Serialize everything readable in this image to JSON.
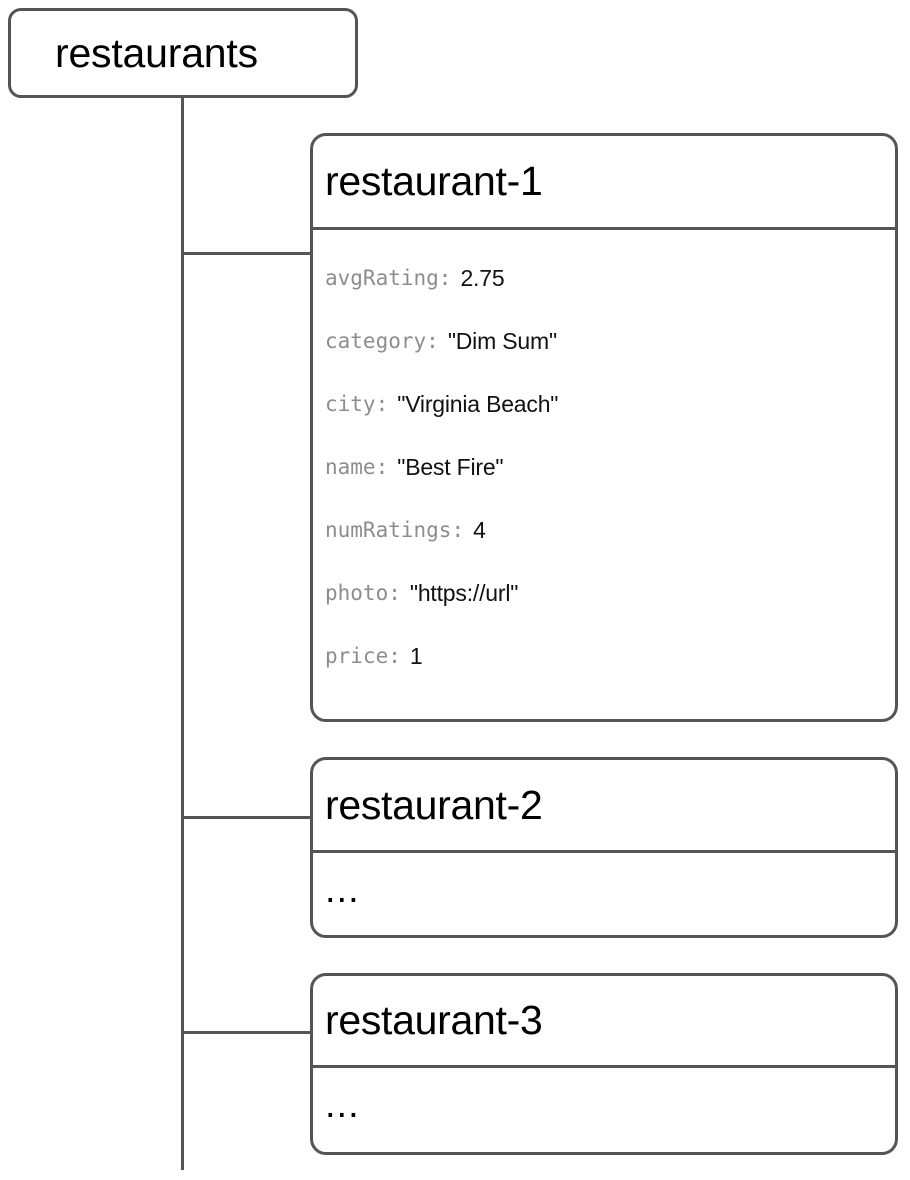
{
  "diagram": {
    "type": "firestore-collection-tree",
    "colors": {
      "line": "#555555",
      "key_text": "#8d8d8d",
      "value_text": "#111111",
      "title_text": "#000000",
      "background": "#ffffff"
    },
    "root": {
      "label": "restaurants"
    },
    "documents": [
      {
        "title": "restaurant-1",
        "fields": [
          {
            "key": "avgRating",
            "sep": ":",
            "value": "2.75"
          },
          {
            "key": "category",
            "sep": ":",
            "value": "\"Dim Sum\""
          },
          {
            "key": "city",
            "sep": ":",
            "value": "\"Virginia Beach\""
          },
          {
            "key": "name",
            "sep": ":",
            "value": "\"Best Fire\""
          },
          {
            "key": "numRatings",
            "sep": ":",
            "value": "4"
          },
          {
            "key": "photo",
            "sep": ":",
            "value": "\"https://url\""
          },
          {
            "key": "price",
            "sep": ":",
            "value": "1"
          }
        ]
      },
      {
        "title": "restaurant-2",
        "body_text": "..."
      },
      {
        "title": "restaurant-3",
        "body_text": "..."
      }
    ]
  }
}
